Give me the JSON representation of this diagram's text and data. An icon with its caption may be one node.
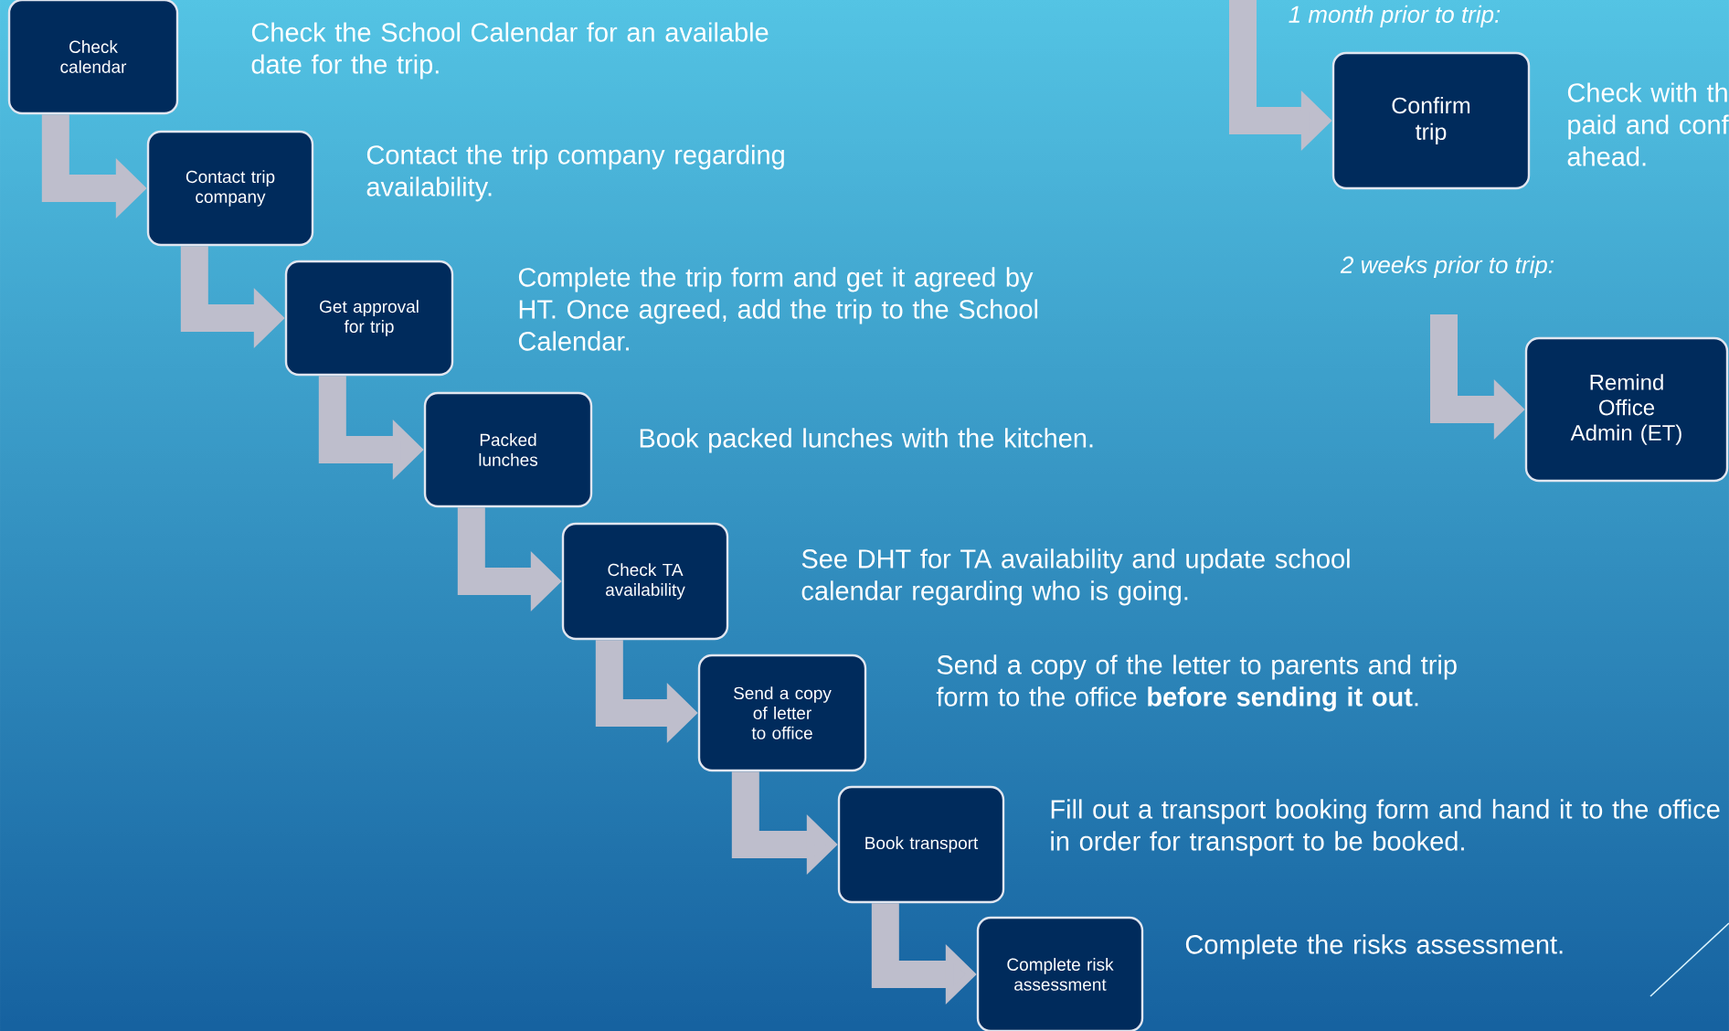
{
  "diagram": {
    "nodes": [
      {
        "text": [
          "Check calendar"
        ],
        "beside": [
          "Check the School Calendar for an available date for the trip."
        ]
      },
      {
        "text": [
          "Contact trip company"
        ],
        "beside": [
          "Contact the trip company regarding availability."
        ]
      },
      {
        "text": [
          "Get approval for trip"
        ],
        "beside": [
          "Complete the trip form and get it agreed by HT. Once agreed, add the trip to the School Calendar."
        ]
      },
      {
        "text": [
          "Packed lunches"
        ],
        "beside": [
          "Book packed lunches with the kitchen."
        ]
      },
      {
        "text": [
          "Check TA availability"
        ],
        "beside": [
          "See DHT for TA availability and update school calendar regarding who is going."
        ]
      },
      {
        "text": [
          "Send a copy of letter to office"
        ],
        "beside": [
          "Send a copy of the letter to parents and trip form to the office **before sending it out**."
        ]
      },
      {
        "text": [
          "Book transport"
        ],
        "beside": [
          "Fill out a transport booking form and hand it to the office in order for transport to be booked."
        ]
      },
      {
        "text": [
          "Complete risk assessment"
        ],
        "beside": [
          "Complete the risks assessment."
        ]
      },
      {
        "text": [
          "Confirm trip"
        ],
        "beside": [
          "Check with th paid and conf ahead."
        ]
      },
      {
        "text": [
          "Remind Office Admin (ET)"
        ]
      }
    ],
    "edges": [
      {
        "from": 0,
        "to": 1,
        "arrow": "to"
      },
      {
        "from": 1,
        "to": 2,
        "arrow": "to"
      },
      {
        "from": 2,
        "to": 3,
        "arrow": "to"
      },
      {
        "from": 3,
        "to": 4,
        "arrow": "to"
      },
      {
        "from": 4,
        "to": 5,
        "arrow": "to"
      },
      {
        "from": 5,
        "to": 6,
        "arrow": "to"
      },
      {
        "from": 6,
        "to": 7,
        "arrow": "to"
      },
      {
        "from": null,
        "to": 8,
        "arrow": "to"
      },
      {
        "from": null,
        "to": 9,
        "arrow": "to"
      }
    ],
    "labels": [
      "1 month prior to trip:",
      "2 weeks prior to trip:"
    ]
  }
}
